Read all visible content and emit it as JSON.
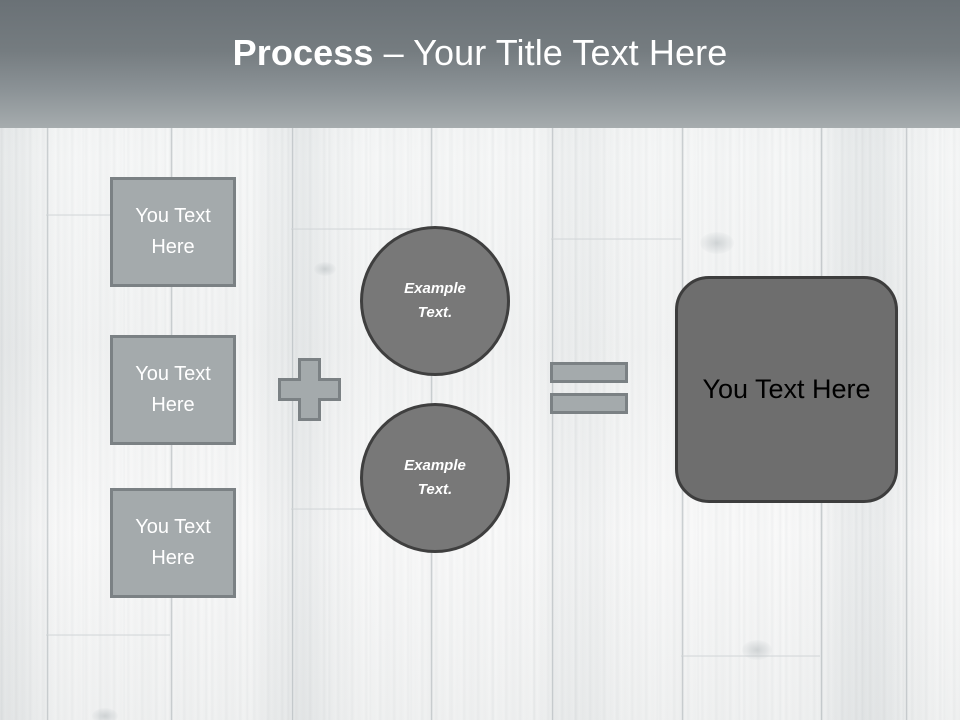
{
  "slide": {
    "title_strong": "Process",
    "title_rest": " – Your Title Text Here",
    "background": "whitewashed-wood-planks"
  },
  "colors": {
    "header_top": "#6a7176",
    "header_bottom": "#a6acae",
    "box_fill": "#a4aaac",
    "box_border": "#7b8184",
    "circle_fill": "#787878",
    "circle_border": "#3f3f3f",
    "result_fill": "#6e6e6e",
    "result_border": "#3d3d3d",
    "title_text": "#ffffff",
    "result_text": "#000000"
  },
  "inputs": {
    "boxes": [
      {
        "line1": "You Text",
        "line2": "Here"
      },
      {
        "line1": "You Text",
        "line2": "Here"
      },
      {
        "line1": "You Text",
        "line2": "Here"
      }
    ]
  },
  "operators": {
    "plus": "+",
    "equals": "="
  },
  "circles": [
    {
      "line1": "Example",
      "line2": "Text."
    },
    {
      "line1": "Example",
      "line2": "Text."
    }
  ],
  "result": {
    "label": "You Text Here"
  }
}
